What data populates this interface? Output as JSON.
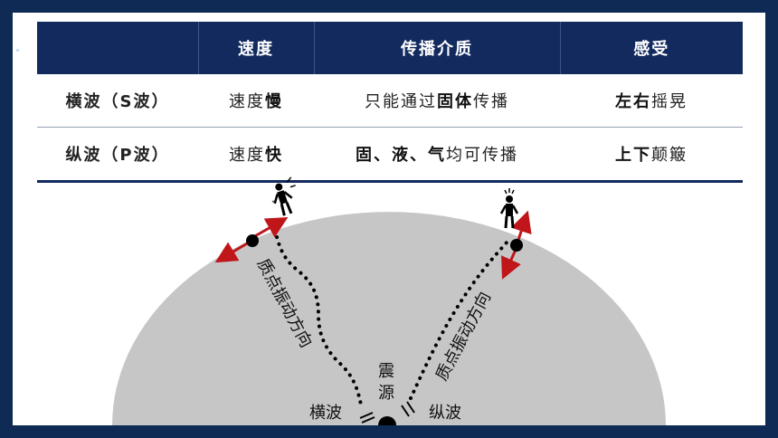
{
  "table": {
    "headers": [
      "",
      "速度",
      "传播介质",
      "感受"
    ],
    "rows": [
      {
        "name": "横波（S波）",
        "speed": [
          {
            "t": "速度",
            "b": false
          },
          {
            "t": "慢",
            "b": true
          }
        ],
        "medium": [
          {
            "t": "只能通过",
            "b": false
          },
          {
            "t": "固体",
            "b": true
          },
          {
            "t": "传播",
            "b": false
          }
        ],
        "feel": [
          {
            "t": "左右",
            "b": true
          },
          {
            "t": "摇晃",
            "b": false
          }
        ]
      },
      {
        "name": "纵波（P波）",
        "speed": [
          {
            "t": "速度",
            "b": false
          },
          {
            "t": "快",
            "b": true
          }
        ],
        "medium": [
          {
            "t": "固、液、气",
            "b": true
          },
          {
            "t": "均可传播",
            "b": false
          }
        ],
        "feel": [
          {
            "t": "上下",
            "b": true
          },
          {
            "t": "颠簸",
            "b": false
          }
        ]
      }
    ]
  },
  "diagram": {
    "left_path_label": "质点振动方向",
    "right_path_label": "质点振动方向",
    "epicenter_label_top": "震",
    "epicenter_label_bottom": "源",
    "s_wave_label": "横波",
    "p_wave_label": "纵波",
    "colors": {
      "ground": "#c6c6c6",
      "arrow": "#c0161a",
      "navy": "#122a5e"
    }
  }
}
